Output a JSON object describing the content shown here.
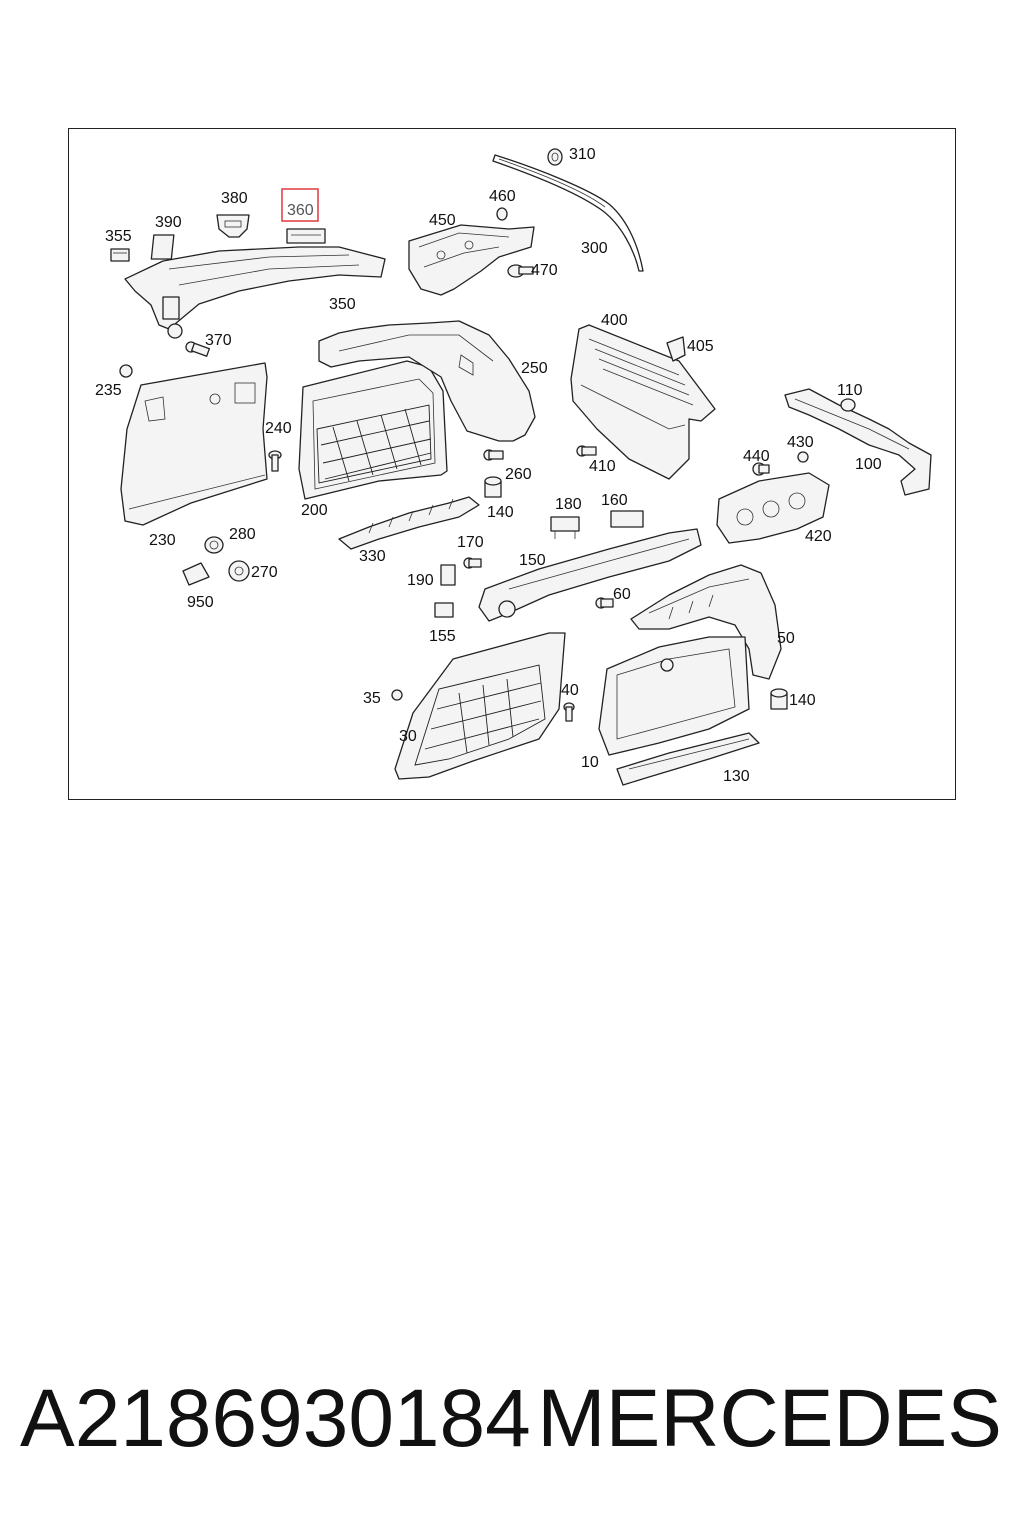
{
  "labels": {
    "l310": "310",
    "l380": "380",
    "l360": "360",
    "l460": "460",
    "l390": "390",
    "l450": "450",
    "l355": "355",
    "l300": "300",
    "l470": "470",
    "l350": "350",
    "l400": "400",
    "l370": "370",
    "l405": "405",
    "l250": "250",
    "l235": "235",
    "l110": "110",
    "l240": "240",
    "l430": "430",
    "l440": "440",
    "l100": "100",
    "l260": "260",
    "l410": "410",
    "l140a": "140",
    "l200": "200",
    "l180": "180",
    "l160": "160",
    "l420": "420",
    "l280": "280",
    "l230": "230",
    "l170": "170",
    "l330": "330",
    "l150": "150",
    "l270": "270",
    "l190": "190",
    "l60": "60",
    "l950": "950",
    "l155": "155",
    "l50": "50",
    "l40": "40",
    "l35": "35",
    "l140b": "140",
    "l30": "30",
    "l10": "10",
    "l130": "130"
  },
  "highlighted_label": "360",
  "highlight_color": "#e0454b",
  "footer": {
    "part_number": "A2186930184",
    "brand": "MERCEDES"
  }
}
